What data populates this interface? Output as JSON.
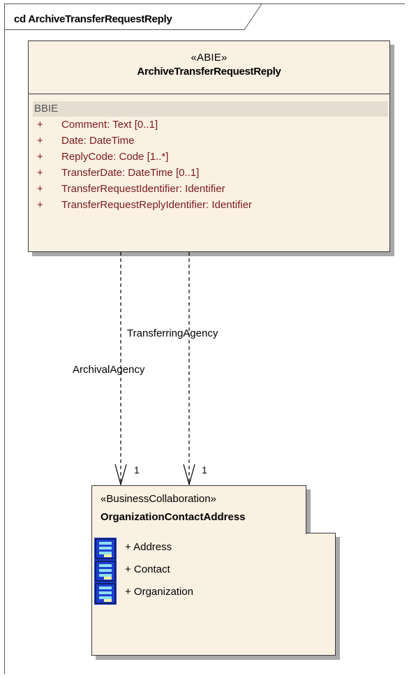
{
  "diagram": {
    "kind": "cd",
    "name": "ArchiveTransferRequestReply"
  },
  "abie": {
    "stereotype": "«ABIE»",
    "name": "ArchiveTransferRequestReply",
    "section": "BBIE",
    "attributes": [
      {
        "visibility": "+",
        "text": "Comment:  Text [0..1]"
      },
      {
        "visibility": "+",
        "text": "Date:  DateTime"
      },
      {
        "visibility": "+",
        "text": "ReplyCode:  Code [1..*]"
      },
      {
        "visibility": "+",
        "text": "TransferDate:  DateTime [0..1]"
      },
      {
        "visibility": "+",
        "text": "TransferRequestIdentifier:  Identifier"
      },
      {
        "visibility": "+",
        "text": "TransferRequestReplyIdentifier:  Identifier"
      }
    ]
  },
  "associations": [
    {
      "role": "ArchivalAgency",
      "multiplicity": "1"
    },
    {
      "role": "TransferringAgency",
      "multiplicity": "1"
    }
  ],
  "collaboration": {
    "stereotype": "«BusinessCollaboration»",
    "name": "OrganizationContactAddress",
    "parts": [
      {
        "label": "+ Address",
        "icon": "part-icon"
      },
      {
        "label": "+ Contact",
        "icon": "part-icon"
      },
      {
        "label": "+ Organization",
        "icon": "part-icon"
      }
    ]
  },
  "colors": {
    "box_fill": "#fbf1e3",
    "attribute_text": "#7a1a1a",
    "section_band": "#e6ddd2",
    "icon_blue": "#1f3fd0"
  }
}
